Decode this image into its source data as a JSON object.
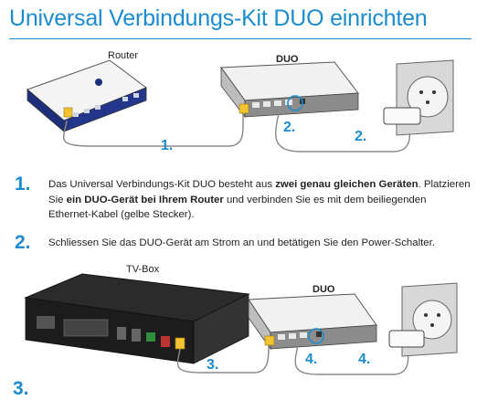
{
  "page": {
    "title": "Universal Verbindungs-Kit DUO einrichten"
  },
  "figure1": {
    "router_label": "Router",
    "duo_label": "DUO",
    "callouts": [
      "1.",
      "2.",
      "2."
    ]
  },
  "steps": [
    {
      "number": "1.",
      "parts": [
        {
          "text": "Das Universal Verbindungs-Kit DUO besteht aus ",
          "bold": false
        },
        {
          "text": "zwei genau gleichen Geräten",
          "bold": true
        },
        {
          "text": ". Platzieren Sie ",
          "bold": false
        },
        {
          "text": "ein DUO-Gerät bei Ihrem Router",
          "bold": true
        },
        {
          "text": " und verbinden Sie es mit dem beiliegenden Ethernet-Kabel (gelbe Stecker).",
          "bold": false
        }
      ]
    },
    {
      "number": "2.",
      "parts": [
        {
          "text": "Schliessen Sie das DUO-Gerät am Strom an und betätigen Sie den Power-Schalter.",
          "bold": false
        }
      ]
    }
  ],
  "figure2": {
    "tvbox_label": "TV-Box",
    "duo_label": "DUO",
    "callouts": [
      "3.",
      "4.",
      "4."
    ]
  },
  "partial_step_number": "3.",
  "colors": {
    "accent": "#1a8ccf",
    "cable_yellow": "#f2c230",
    "router_body": "#1d2f7a"
  }
}
